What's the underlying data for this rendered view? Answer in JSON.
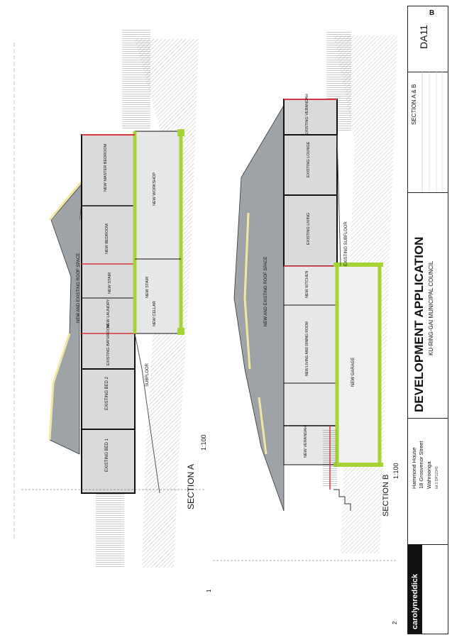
{
  "sheet": {
    "drawing_number": "DA11",
    "revision": "B",
    "drawing_title": "SECTION A & B",
    "application": "DEVELOPMENT APPLICATION",
    "council": "KU-RING-GAI MUNICIPAL COUNCIL",
    "project": {
      "name": "Hammond House",
      "street": "18 Grosvenor Street",
      "suburb": "Wahroonga",
      "lot": "lot 1 DP12345"
    },
    "architect_logo": "carolynreddick"
  },
  "section_a": {
    "label": "SECTION A",
    "scale": "1:100",
    "number": "1",
    "rooms": [
      "EXISTING BED 1",
      "EXISTING BED 2",
      "EXISTING BATHROOM",
      "NEW LAUNDRY",
      "NEW STAIR",
      "NEW BEDROOM",
      "NEW MASTER BEDROOM",
      "NEW CELLAR",
      "NEW STAIR",
      "NEW WORKSHOP"
    ],
    "labels": [
      "NEW AND EXISTING ROOF SPACE",
      "SUBFLOOR"
    ]
  },
  "section_b": {
    "label": "SECTION B",
    "scale": "1:100",
    "number": "2",
    "rooms": [
      "NEW VERANDAH",
      "NEW LIVING AND DINING ROOM",
      "NEW KITCHEN",
      "EXISTING LIVING",
      "EXISTING LOUNGE",
      "EXISTING VERANDAH",
      "NEW GARAGE"
    ],
    "labels": [
      "NEW AND EXISTING ROOF SPACE",
      "EXISTING SUBFLOOR"
    ]
  },
  "colors": {
    "roof": "#9ea3a8",
    "green": "#a6d432",
    "red": "#d9353a",
    "wall": "#111111",
    "interior": "#d9dadb",
    "yellow": "#f2e6a0"
  }
}
